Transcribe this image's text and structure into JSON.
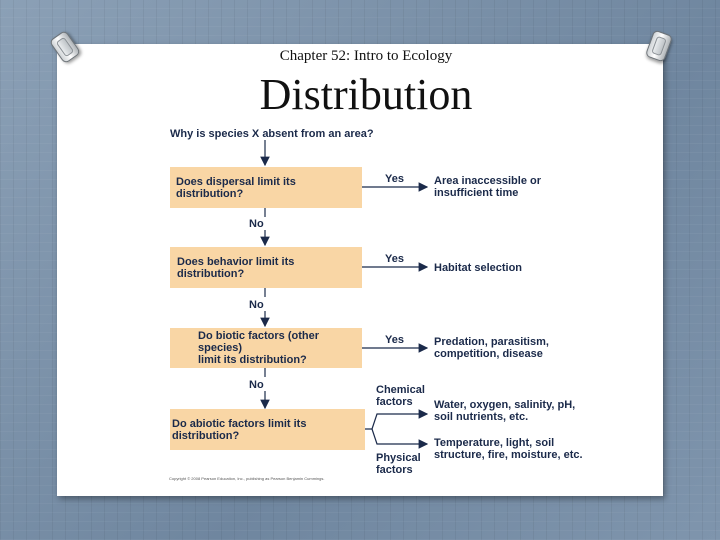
{
  "header": {
    "chapter": "Chapter 52: Intro to Ecology",
    "title": "Distribution"
  },
  "flowchart": {
    "question": "Why is species X absent from an area?",
    "steps": [
      {
        "question": "Does dispersal limit its distribution?",
        "yes_label": "Yes",
        "outcome_line1": "Area inaccessible or",
        "outcome_line2": "insufficient time"
      },
      {
        "question": "Does behavior limit its distribution?",
        "yes_label": "Yes",
        "outcome_line1": "Habitat selection",
        "outcome_line2": ""
      },
      {
        "question_line1": "Do biotic factors (other species)",
        "question_line2": "limit its distribution?",
        "yes_label": "Yes",
        "outcome_line1": "Predation, parasitism,",
        "outcome_line2": "competition, disease"
      },
      {
        "question": "Do abiotic factors limit its distribution?"
      }
    ],
    "no_label": "No",
    "abiotic_branches": [
      {
        "factor_line1": "Chemical",
        "factor_line2": "factors",
        "outcome_line1": "Water, oxygen, salinity, pH,",
        "outcome_line2": "soil nutrients, etc."
      },
      {
        "factor_line1": "Physical",
        "factor_line2": "factors",
        "outcome_line1": "Temperature, light, soil",
        "outcome_line2": "structure, fire, moisture, etc."
      }
    ],
    "copyright": "Copyright © 2008 Pearson Education, Inc., publishing as Pearson Benjamin Cummings."
  },
  "colors": {
    "box_fill": "#f9d6a5",
    "text": "#1b2a4a",
    "slide_bg": "#ffffff",
    "desktop_bg": "#7d93ab"
  }
}
